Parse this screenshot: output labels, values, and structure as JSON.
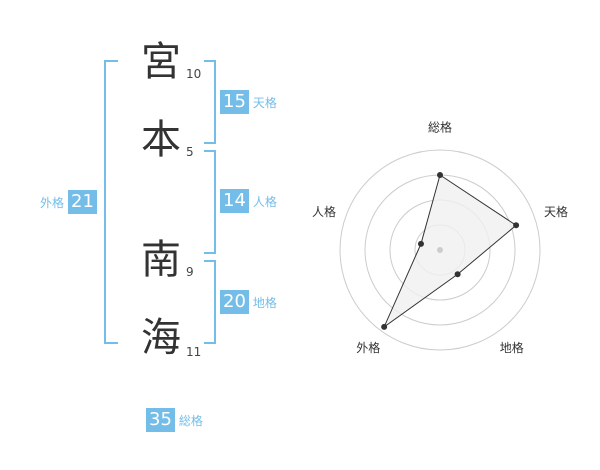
{
  "name": [
    {
      "char": "宮",
      "strokes": "10"
    },
    {
      "char": "本",
      "strokes": "5"
    },
    {
      "char": "南",
      "strokes": "9"
    },
    {
      "char": "海",
      "strokes": "11"
    }
  ],
  "kaku": {
    "tenkaku": {
      "value": "15",
      "label": "天格"
    },
    "jinkaku": {
      "value": "14",
      "label": "人格"
    },
    "chikaku": {
      "value": "20",
      "label": "地格"
    },
    "gaikaku": {
      "value": "21",
      "label": "外格"
    },
    "soukaku": {
      "value": "35",
      "label": "総格"
    }
  },
  "chart_data": {
    "type": "radar",
    "axes": [
      "総格",
      "天格",
      "地格",
      "外格",
      "人格"
    ],
    "values": [
      0.75,
      0.8,
      0.3,
      0.95,
      0.2
    ],
    "rings": 4,
    "colors": {
      "fill": "#f0f0f0",
      "line": "#333333",
      "ring": "#cccccc",
      "point": "#333333",
      "center": "#cccccc"
    }
  }
}
